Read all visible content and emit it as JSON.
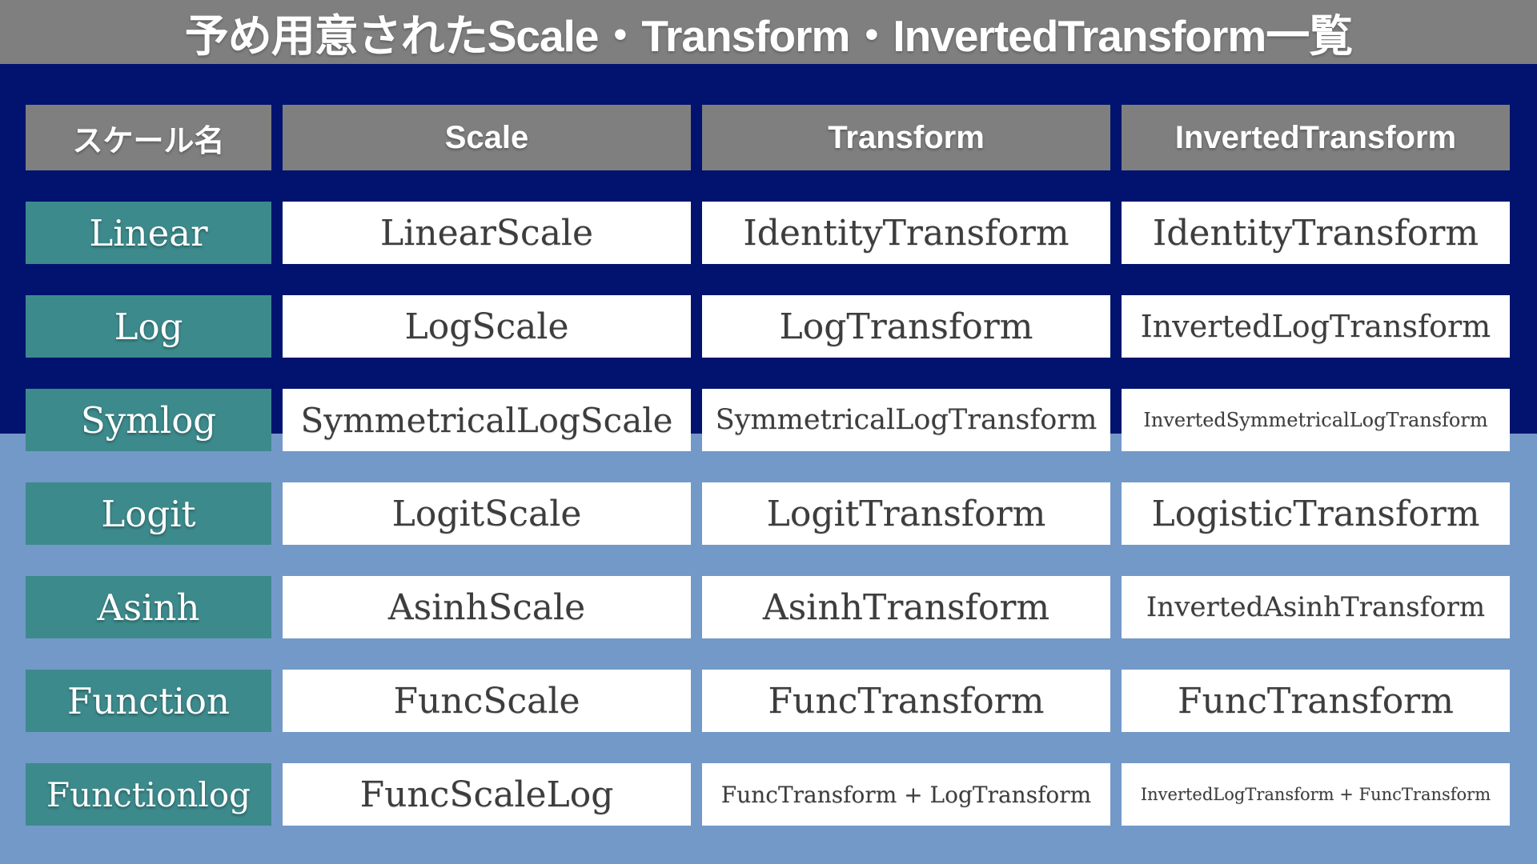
{
  "title": "予め用意されたScale・Transform・InvertedTransform一覧",
  "table": {
    "columns": [
      "スケール名",
      "Scale",
      "Transform",
      "InvertedTransform"
    ],
    "rows": [
      {
        "scale_name": "Linear",
        "scale": "LinearScale",
        "transform": "IdentityTransform",
        "inverted_transform": "IdentityTransform"
      },
      {
        "scale_name": "Log",
        "scale": "LogScale",
        "transform": "LogTransform",
        "inverted_transform": "InvertedLogTransform"
      },
      {
        "scale_name": "Symlog",
        "scale": "SymmetricalLogScale",
        "transform": "SymmetricalLogTransform",
        "inverted_transform": "InvertedSymmetricalLogTransform"
      },
      {
        "scale_name": "Logit",
        "scale": "LogitScale",
        "transform": "LogitTransform",
        "inverted_transform": "LogisticTransform"
      },
      {
        "scale_name": "Asinh",
        "scale": "AsinhScale",
        "transform": "AsinhTransform",
        "inverted_transform": "InvertedAsinhTransform"
      },
      {
        "scale_name": "Function",
        "scale": "FuncScale",
        "transform": "FuncTransform",
        "inverted_transform": "FuncTransform"
      },
      {
        "scale_name": "Functionlog",
        "scale": "FuncScaleLog",
        "transform": "FuncTransform + LogTransform",
        "inverted_transform": "InvertedLogTransform + FuncTransform"
      }
    ]
  },
  "colors": {
    "title_bar_gray": "#7f7f7f",
    "header_cell_gray": "#7f7f7f",
    "background_top_navy": "#01136e",
    "background_bottom_blue": "#7399c8",
    "row_label_teal": "#3d8a8c",
    "cell_background": "#ffffff",
    "cell_text": "#3d3d3d",
    "header_text": "#ffffff"
  }
}
